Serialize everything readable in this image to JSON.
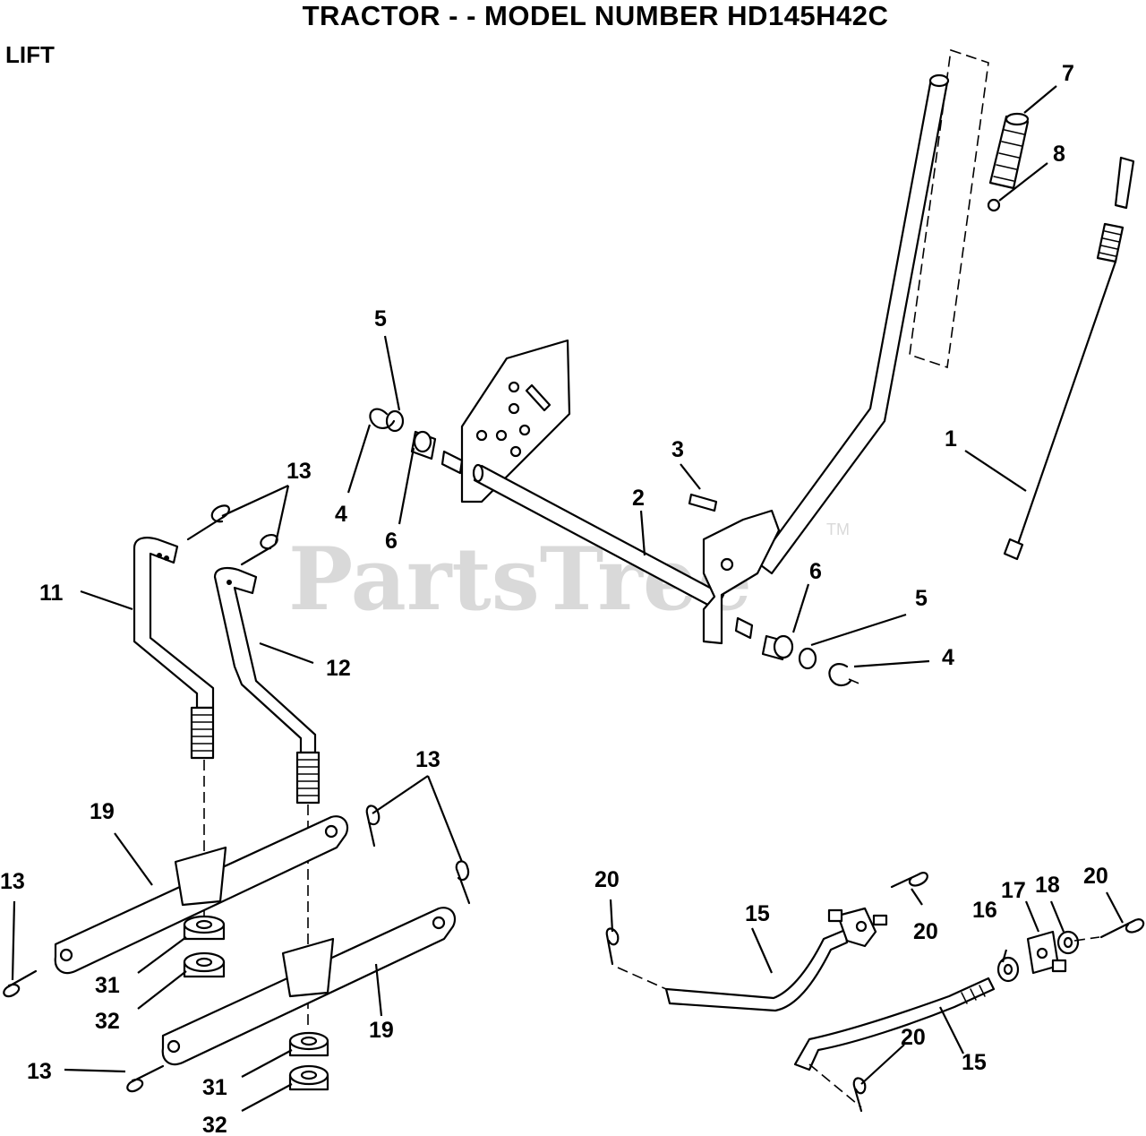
{
  "header": {
    "title": "TRACTOR - - MODEL NUMBER HD145H42C",
    "section": "LIFT"
  },
  "watermark": {
    "text": "PartsTree",
    "tm": "TM"
  },
  "callouts": {
    "c1": "1",
    "c2": "2",
    "c3": "3",
    "c4a": "4",
    "c4b": "4",
    "c5a": "5",
    "c5b": "5",
    "c6a": "6",
    "c6b": "6",
    "c7": "7",
    "c8": "8",
    "c11": "11",
    "c12": "12",
    "c13a": "13",
    "c13b": "13",
    "c13c": "13",
    "c13d": "13",
    "c15a": "15",
    "c15b": "15",
    "c16": "16",
    "c17": "17",
    "c18": "18",
    "c19a": "19",
    "c19b": "19",
    "c20a": "20",
    "c20b": "20",
    "c20c": "20",
    "c20d": "20",
    "c31a": "31",
    "c31b": "31",
    "c32a": "32",
    "c32b": "32"
  }
}
